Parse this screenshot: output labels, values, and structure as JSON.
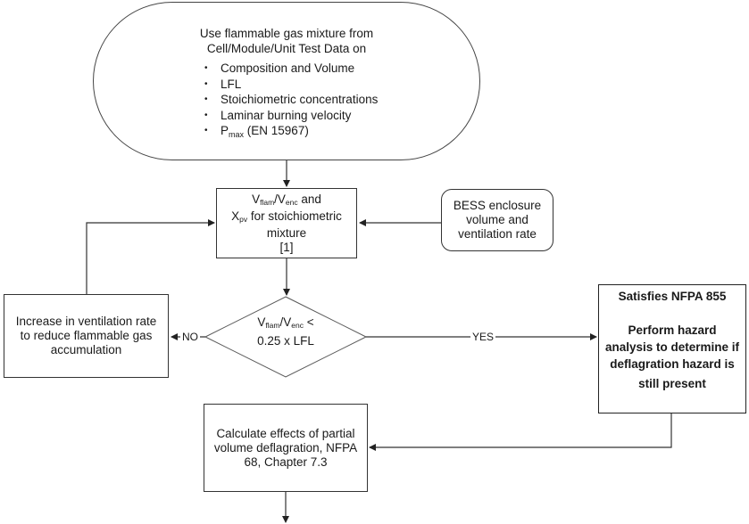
{
  "start": {
    "intro_line1": "Use flammable gas mixture from",
    "intro_line2": "Cell/Module/Unit Test Data on",
    "bullets": [
      "Composition and Volume",
      "LFL",
      "Stoichiometric concentrations",
      "Laminar burning velocity"
    ],
    "pmax_main": "P",
    "pmax_sub": "max",
    "pmax_rest": " (EN 15967)"
  },
  "calc": {
    "v_flam": "V",
    "flam_sub": "flam",
    "slash": "/V",
    "enc_sub": "enc",
    "and": " and",
    "x_main": "X",
    "x_sub": "pv",
    "x_rest": " for stoichiometric",
    "line3": "mixture",
    "line4": "[1]"
  },
  "bess": {
    "line1": "BESS enclosure",
    "line2": "volume and",
    "line3": "ventilation rate"
  },
  "increase": {
    "line1": "Increase in ventilation rate",
    "line2": "to reduce flammable gas",
    "line3": "accumulation"
  },
  "decision": {
    "v": "V",
    "flam_sub": "flam",
    "slash": "/V",
    "enc_sub": "enc",
    "lt": " <",
    "line2": "0.25  x LFL"
  },
  "labels": {
    "no": "NO",
    "yes": "YES"
  },
  "nfpa": {
    "title": "Satisfies NFPA 855",
    "line1": "Perform hazard",
    "line2": "analysis to determine if",
    "line3": "deflagration hazard is",
    "line4": "still present"
  },
  "effects": {
    "line1": "Calculate effects of partial",
    "line2": "volume deflagration, NFPA",
    "line3": "68, Chapter 7.3"
  }
}
